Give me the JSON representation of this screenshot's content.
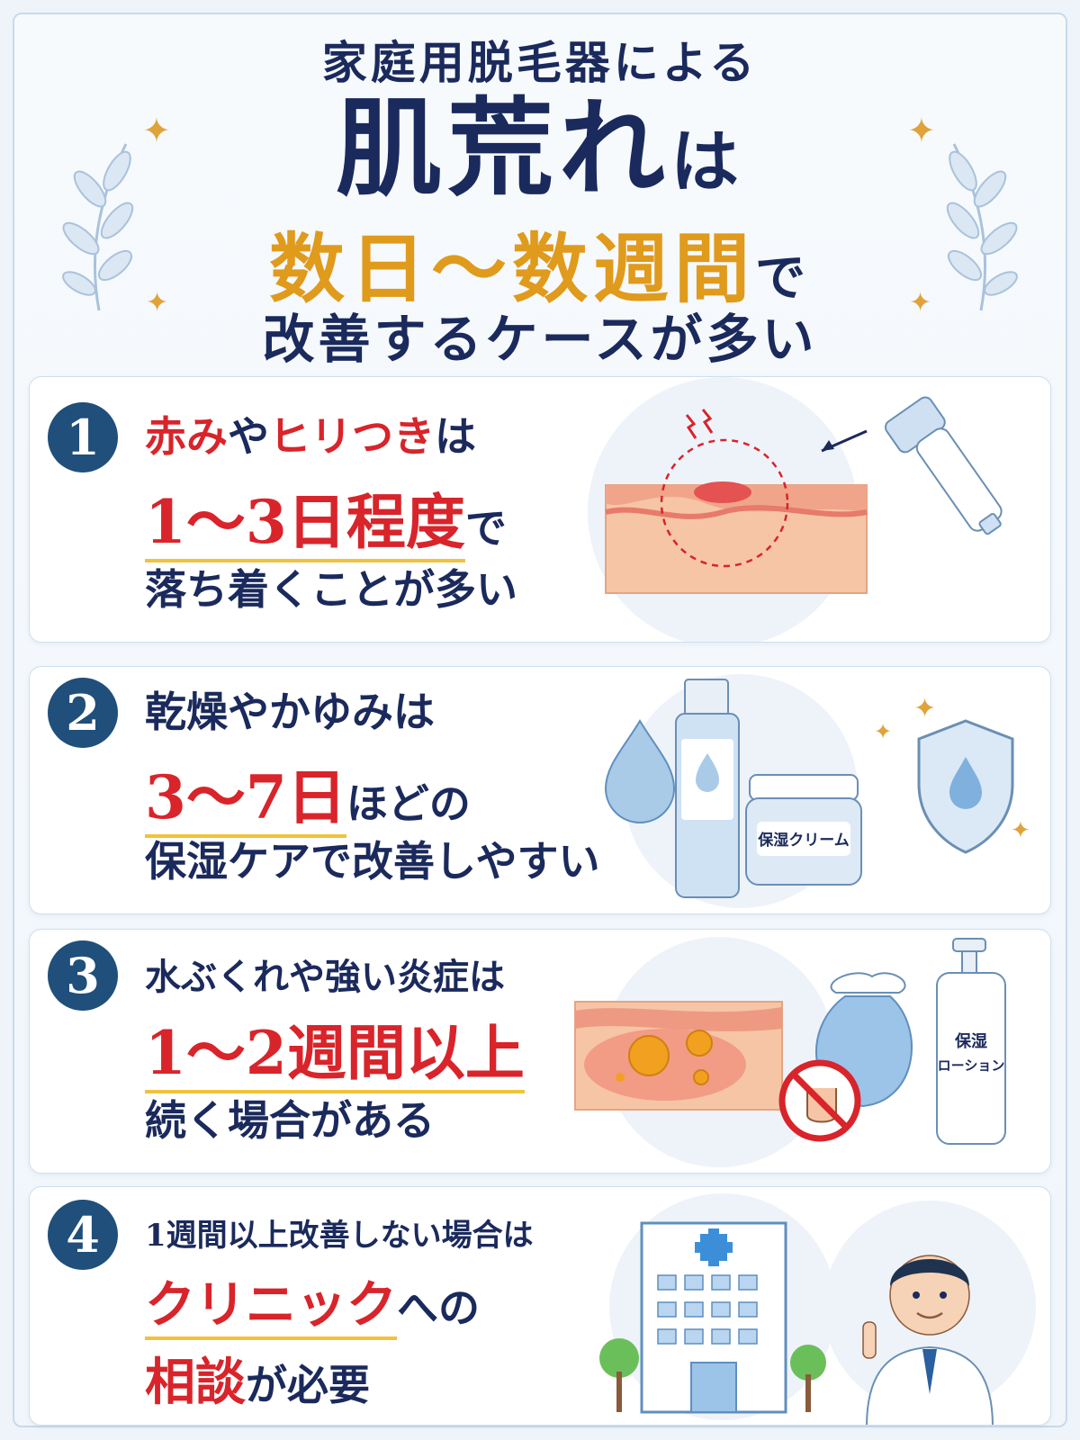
{
  "header": {
    "line1": "家庭用脱毛器による",
    "line2_main": "肌荒れ",
    "line2_suffix": "は",
    "line3_main": "数日〜数週間",
    "line3_suffix": "で",
    "line4": "改善するケースが多い"
  },
  "cards": [
    {
      "number": "1",
      "line1_red1": "赤み",
      "line1_mid": "や",
      "line1_red2": "ヒリつき",
      "line1_tail": "は",
      "line2_red": "1〜3日程度",
      "line2_tail": "で",
      "line3": "落ち着くことが多い"
    },
    {
      "number": "2",
      "line1": "乾燥やかゆみは",
      "line2_red": "3〜7日",
      "line2_tail": "ほどの",
      "line3": "保湿ケアで改善しやすい",
      "cream_label": "保湿クリーム"
    },
    {
      "number": "3",
      "line1": "水ぶくれや強い炎症は",
      "line2_red": "1〜2週間以上",
      "line3": "続く場合がある",
      "lotion_label_1": "保湿",
      "lotion_label_2": "ローション"
    },
    {
      "number": "4",
      "line1": "1週間以上改善しない場合は",
      "line2_red": "クリニック",
      "line2_tail": "への",
      "line3_red": "相談",
      "line3_tail": "が必要"
    }
  ],
  "colors": {
    "navy": "#1b2a5c",
    "orange": "#e09a1c",
    "red": "#d8242a",
    "badge": "#1f4f7a",
    "underline": "#f0c33c"
  },
  "icons": [
    "sparkle-icon",
    "laurel-icon",
    "epilator-icon",
    "water-drop-icon",
    "shield-icon",
    "ice-pack-icon",
    "no-touch-icon",
    "hospital-icon",
    "doctor-icon"
  ]
}
